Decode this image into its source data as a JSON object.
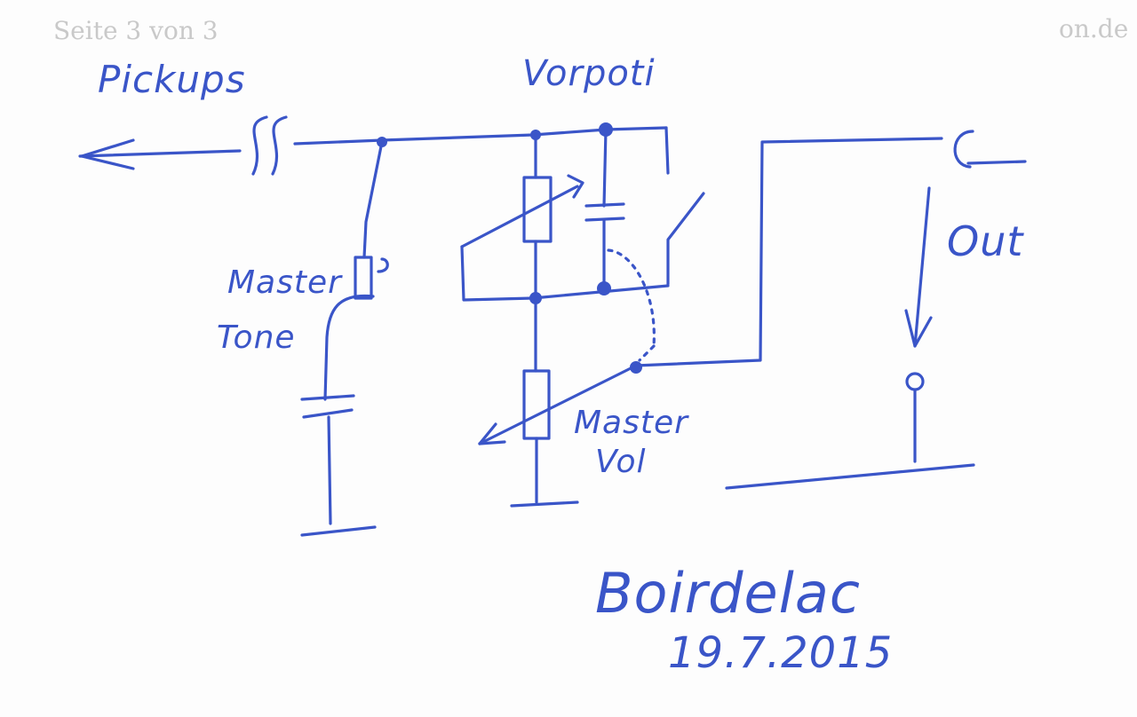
{
  "bleed_through": {
    "page_info": "Seite 3 von 3",
    "domain_fragment": "on.de"
  },
  "labels": {
    "pickups": "Pickups",
    "vorpoti": "Vorpoti",
    "master_tone_line1": "Master",
    "master_tone_line2": "Tone",
    "master_vol_line1": "Master",
    "master_vol_line2": "Vol",
    "out": "Out"
  },
  "signature": {
    "name": "Boirdelac",
    "date": "19.7.2015"
  },
  "colors": {
    "ink": "#3a55c8",
    "paper": "#fdfdfd"
  }
}
